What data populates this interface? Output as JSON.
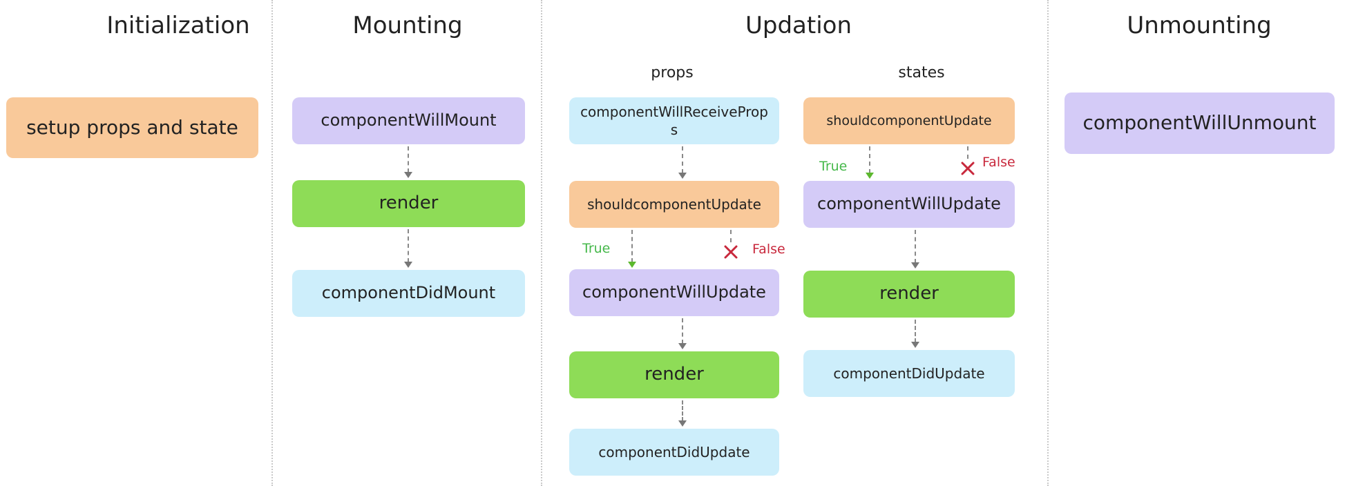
{
  "columns": {
    "initialization": {
      "title": "Initialization",
      "setup": "setup props and state"
    },
    "mounting": {
      "title": "Mounting",
      "will_mount": "componentWillMount",
      "render": "render",
      "did_mount": "componentDidMount"
    },
    "updation": {
      "title": "Updation",
      "props": {
        "label": "props",
        "will_receive_props": "componentWillReceiveProps",
        "should_update": "shouldcomponentUpdate",
        "true_label": "True",
        "false_label": "False",
        "will_update": "componentWillUpdate",
        "render": "render",
        "did_update": "componentDidUpdate"
      },
      "states": {
        "label": "states",
        "should_update": "shouldcomponentUpdate",
        "true_label": "True",
        "false_label": "False",
        "will_update": "componentWillUpdate",
        "render": "render",
        "did_update": "componentDidUpdate"
      }
    },
    "unmounting": {
      "title": "Unmounting",
      "will_unmount": "componentWillUnmount"
    }
  },
  "colors": {
    "lifecycle_orange": "#f9c99a",
    "lifecycle_purple": "#d4cbf7",
    "render_green": "#8edc57",
    "did_blue": "#cdeefb",
    "true_green": "#45b84a",
    "false_red": "#c8283c",
    "divider_gray": "#c9c9c9"
  }
}
